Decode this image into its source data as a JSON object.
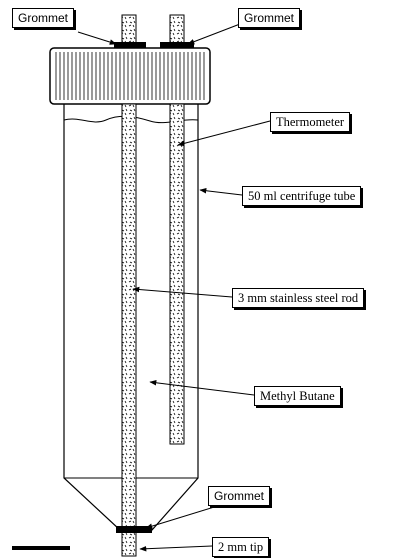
{
  "labels": {
    "grommet_top_left": "Grommet",
    "grommet_top_right": "Grommet",
    "thermometer": "Thermometer",
    "centrifuge_tube": "50 ml centrifuge tube",
    "steel_rod": "3 mm  stainless steel rod",
    "methyl_butane": "Methyl Butane",
    "grommet_bottom": "Grommet",
    "tip": "2 mm tip"
  },
  "colors": {
    "line": "#000000",
    "background": "#ffffff",
    "grommet": "#000000"
  }
}
